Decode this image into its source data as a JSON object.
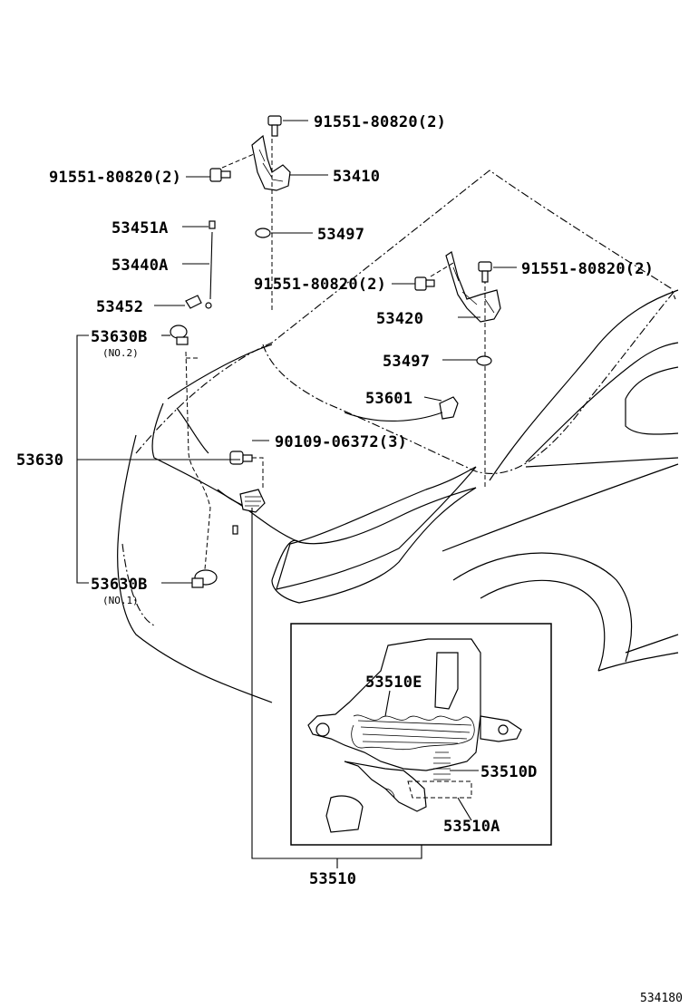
{
  "diagram": {
    "reference_number": "534180",
    "parts": {
      "bolt_top": "91551-80820(2)",
      "bolt_left": "91551-80820(2)",
      "hinge_lh": "53410",
      "washer_lh": "53497",
      "support_rod_holder": "53451A",
      "support_rod": "53440A",
      "rod_clamp": "53452",
      "clip_no2": "53630B",
      "clip_no2_note": "(NO.2)",
      "cable_assembly": "53630",
      "bolt_mid_left": "91551-80820(2)",
      "bolt_mid_right": "91551-80820(2)",
      "hinge_rh": "53420",
      "washer_rh": "53497",
      "hood_lever": "53601",
      "lock_bolt": "90109-06372(3)",
      "clip_no1": "53630B",
      "clip_no1_note": "(NO.1)",
      "lock_spring": "53510E",
      "lock_pin": "53510D",
      "lock_plate": "53510A",
      "lock_assembly": "53510"
    }
  }
}
